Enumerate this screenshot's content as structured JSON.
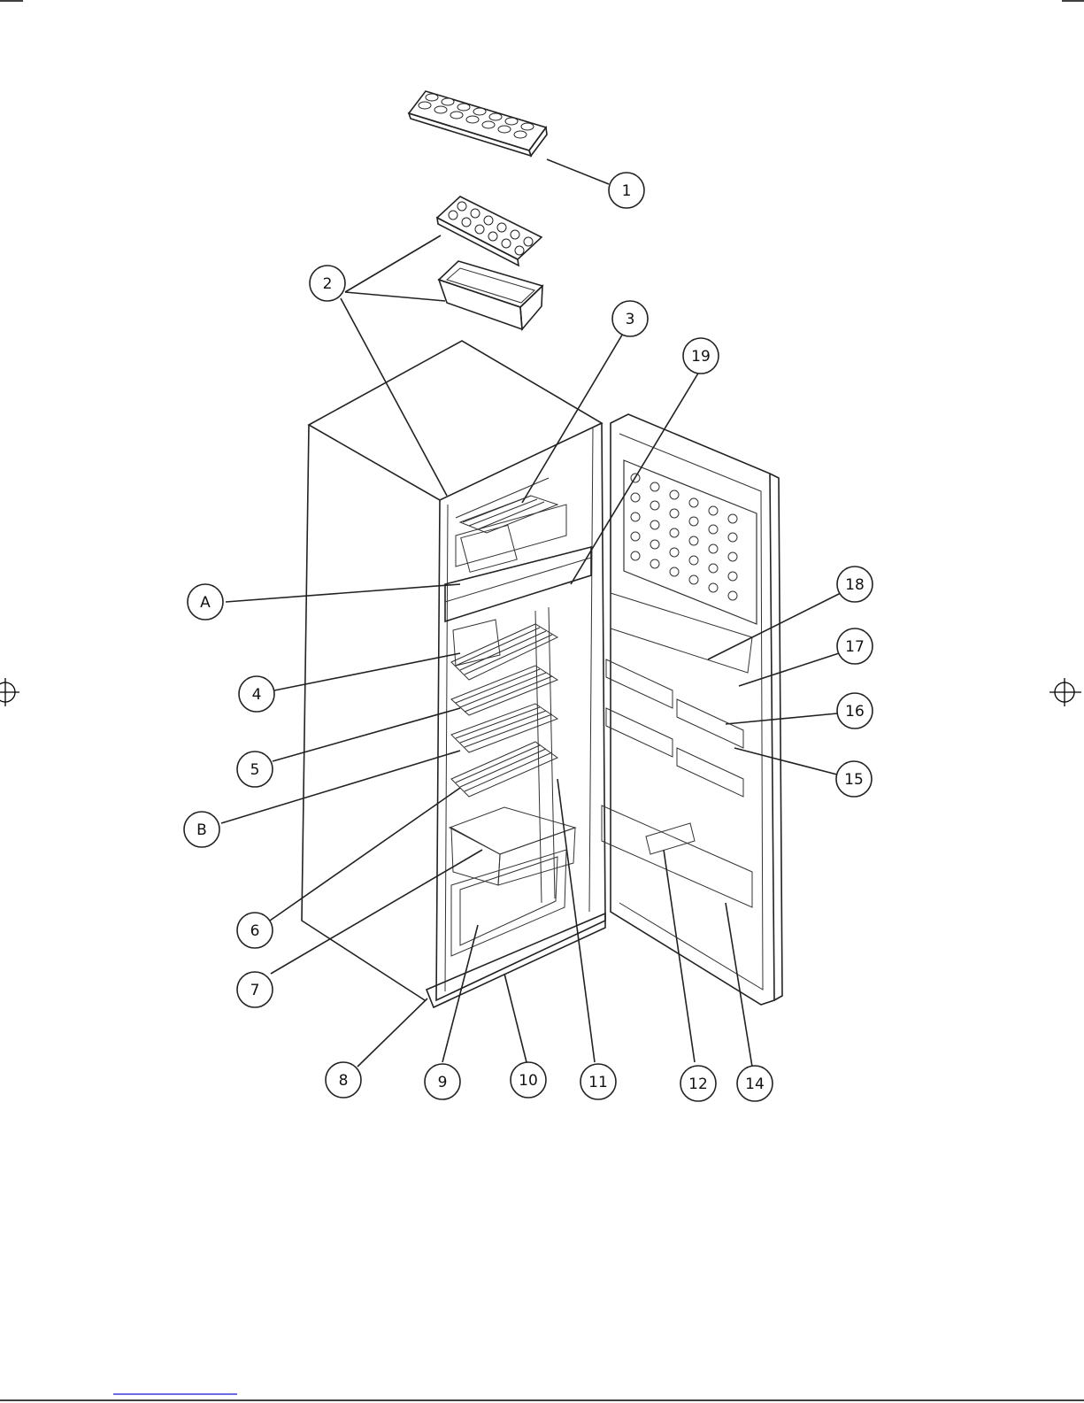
{
  "diagram": {
    "callouts": [
      {
        "id": "1",
        "label": "1"
      },
      {
        "id": "2",
        "label": "2"
      },
      {
        "id": "3",
        "label": "3"
      },
      {
        "id": "19",
        "label": "19"
      },
      {
        "id": "A",
        "label": "A"
      },
      {
        "id": "18",
        "label": "18"
      },
      {
        "id": "17",
        "label": "17"
      },
      {
        "id": "4",
        "label": "4"
      },
      {
        "id": "16",
        "label": "16"
      },
      {
        "id": "5",
        "label": "5"
      },
      {
        "id": "15",
        "label": "15"
      },
      {
        "id": "B",
        "label": "B"
      },
      {
        "id": "6",
        "label": "6"
      },
      {
        "id": "7",
        "label": "7"
      },
      {
        "id": "8",
        "label": "8"
      },
      {
        "id": "9",
        "label": "9"
      },
      {
        "id": "10",
        "label": "10"
      },
      {
        "id": "11",
        "label": "11"
      },
      {
        "id": "12",
        "label": "12"
      },
      {
        "id": "14",
        "label": "14"
      }
    ]
  }
}
